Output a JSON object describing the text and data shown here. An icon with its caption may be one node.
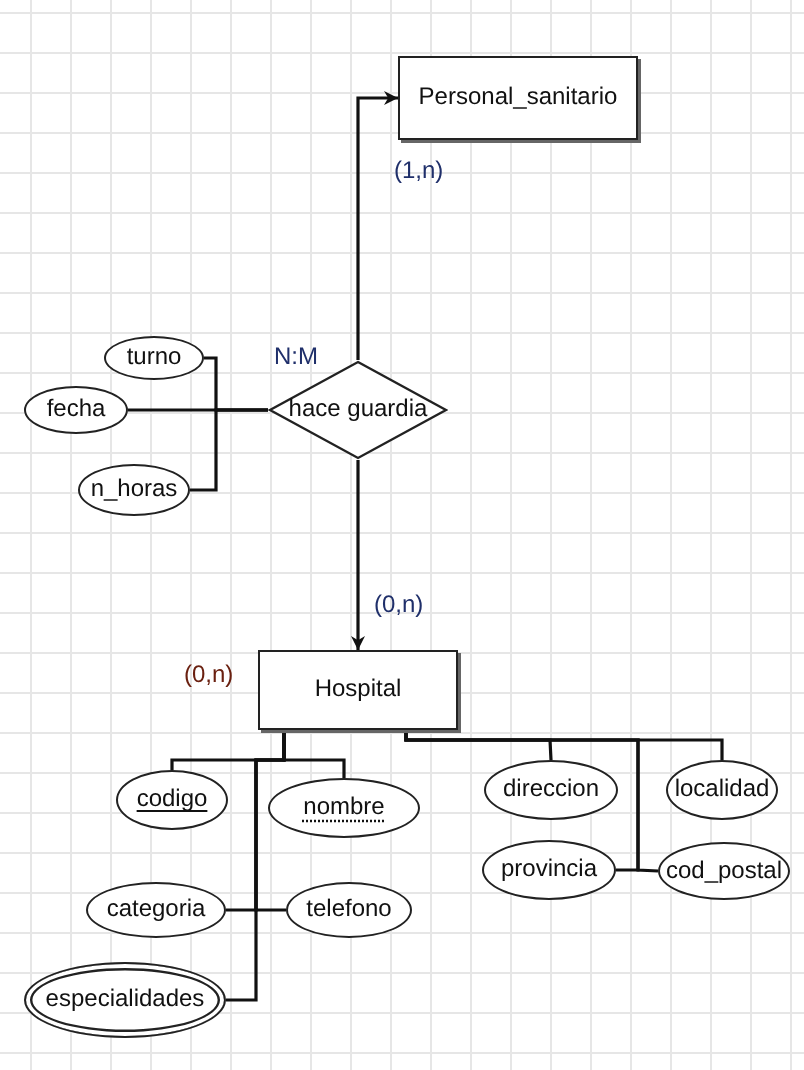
{
  "diagram": {
    "nodes": [
      {
        "text": [
          "Personal_sanitario"
        ]
      },
      {
        "text": [
          "hace guardia"
        ]
      },
      {
        "text": [
          "turno"
        ]
      },
      {
        "text": [
          "fecha"
        ]
      },
      {
        "text": [
          "n_horas"
        ]
      },
      {
        "text": [
          "Hospital"
        ]
      },
      {
        "text": [
          "codigo"
        ]
      },
      {
        "text": [
          "nombre"
        ]
      },
      {
        "text": [
          "categoria"
        ]
      },
      {
        "text": [
          "telefono"
        ]
      },
      {
        "text": [
          "especialidades"
        ]
      },
      {
        "text": [
          "direccion"
        ]
      },
      {
        "text": [
          "localidad"
        ]
      },
      {
        "text": [
          "provincia"
        ]
      },
      {
        "text": [
          "cod_postal"
        ]
      }
    ],
    "edges": [
      {
        "from": 1,
        "to": 0,
        "arrow": "to"
      },
      {
        "from": 1,
        "to": 5,
        "arrow": "to"
      },
      {
        "from": 2,
        "to": 1,
        "arrow": "none"
      },
      {
        "from": 3,
        "to": 1,
        "arrow": "none"
      },
      {
        "from": 4,
        "to": 1,
        "arrow": "none"
      },
      {
        "from": 5,
        "to": 6,
        "arrow": "none"
      },
      {
        "from": 5,
        "to": 7,
        "arrow": "none"
      },
      {
        "from": 5,
        "to": 8,
        "arrow": "none"
      },
      {
        "from": 5,
        "to": 9,
        "arrow": "none"
      },
      {
        "from": 5,
        "to": 10,
        "arrow": "none"
      },
      {
        "from": 5,
        "to": 11,
        "arrow": "none"
      },
      {
        "from": 5,
        "to": 12,
        "arrow": "none"
      },
      {
        "from": 5,
        "to": 13,
        "arrow": "none"
      },
      {
        "from": 5,
        "to": 14,
        "arrow": "none"
      }
    ],
    "labels": [
      "(1,n)",
      "N:M",
      "(0,n)",
      "(0,n)"
    ]
  }
}
